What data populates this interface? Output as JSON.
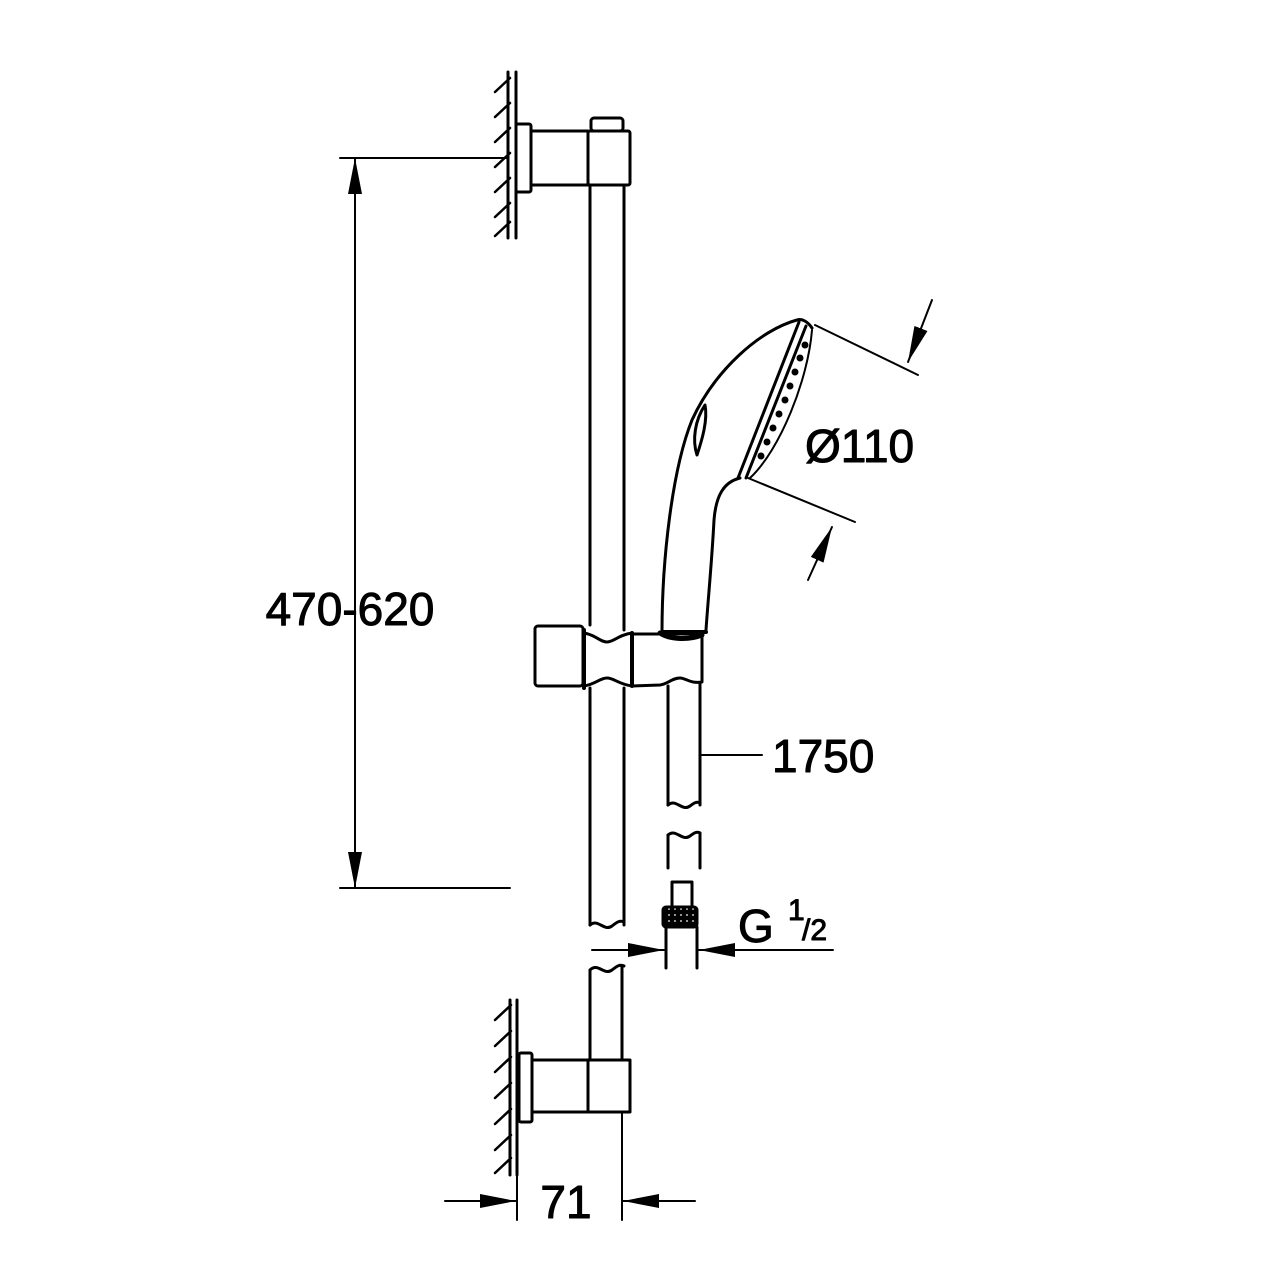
{
  "drawing": {
    "title": "Shower rail set dimension drawing",
    "dimensions": {
      "rail_height": "470-620",
      "head_diameter": "Ø110",
      "hose_length": "1750",
      "thread_main": "G",
      "thread_num": "1",
      "thread_den": "/2",
      "wall_distance": "71"
    },
    "colors": {
      "line": "#000000",
      "background": "#ffffff"
    }
  }
}
